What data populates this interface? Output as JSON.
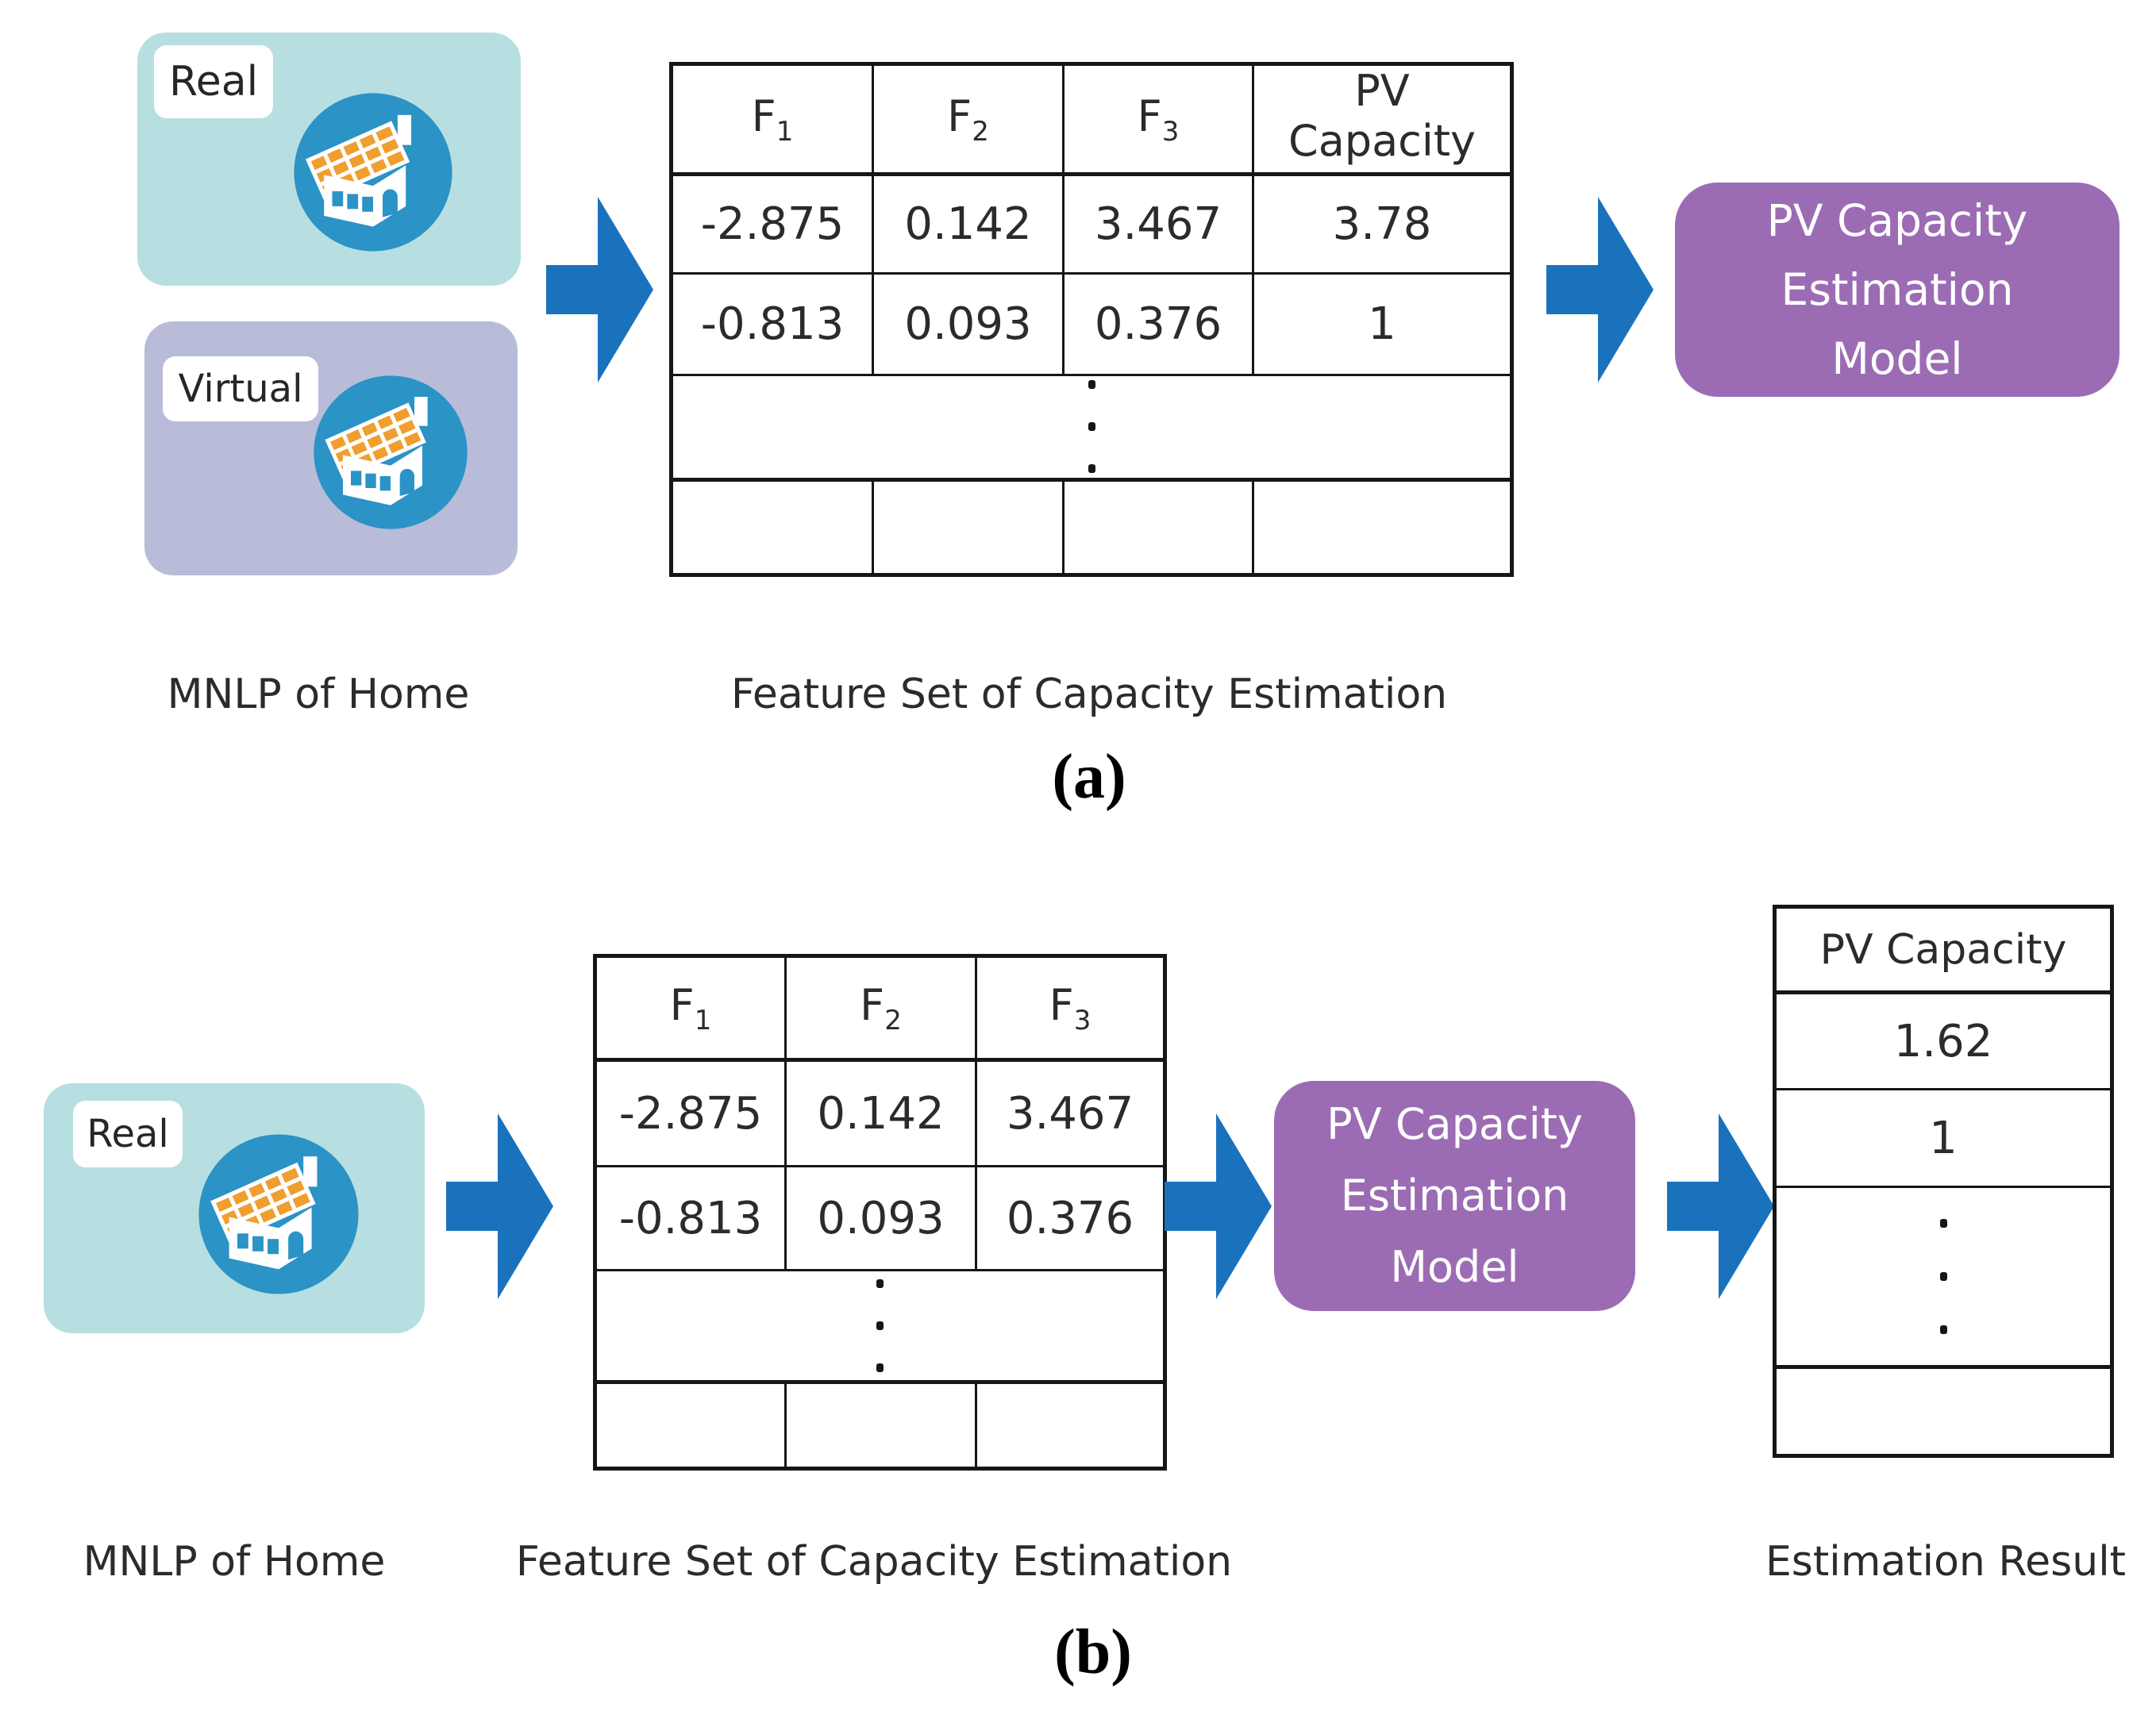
{
  "panel_a": {
    "caption": "(a)",
    "home_cards": [
      {
        "label": "Real"
      },
      {
        "label": "Virtual"
      }
    ],
    "home_caption": "MNLP of Home",
    "feature_table": {
      "caption": "Feature Set of Capacity Estimation",
      "headers": [
        {
          "base": "F",
          "sub": "1"
        },
        {
          "base": "F",
          "sub": "2"
        },
        {
          "base": "F",
          "sub": "3"
        },
        {
          "base": "PV Capacity",
          "sub": ""
        }
      ],
      "rows": [
        [
          "-2.875",
          "0.142",
          "3.467",
          "3.78"
        ],
        [
          "-0.813",
          "0.093",
          "0.376",
          "1"
        ]
      ]
    },
    "model_box": {
      "line1": "PV Capacity",
      "line2": "Estimation",
      "line3": "Model"
    }
  },
  "panel_b": {
    "caption": "(b)",
    "home_cards": [
      {
        "label": "Real"
      }
    ],
    "home_caption": "MNLP of Home",
    "feature_table": {
      "caption": "Feature Set of Capacity Estimation",
      "headers": [
        {
          "base": "F",
          "sub": "1"
        },
        {
          "base": "F",
          "sub": "2"
        },
        {
          "base": "F",
          "sub": "3"
        }
      ],
      "rows": [
        [
          "-2.875",
          "0.142",
          "3.467"
        ],
        [
          "-0.813",
          "0.093",
          "0.376"
        ]
      ]
    },
    "model_box": {
      "line1": "PV Capacity",
      "line2": "Estimation",
      "line3": "Model"
    },
    "result_table": {
      "caption": "Estimation Result",
      "header": "PV Capacity",
      "rows": [
        "1.62",
        "1"
      ]
    }
  },
  "colors": {
    "real_card_bg": "#b7dfe1",
    "virtual_card_bg": "#b8bcd8",
    "arrow_blue": "#1b72bc",
    "model_box_purple": "#9b6cb4",
    "house_circle_blue": "#2b93c5",
    "solar_panel_orange": "#f09e2f",
    "table_line": "#161616"
  }
}
